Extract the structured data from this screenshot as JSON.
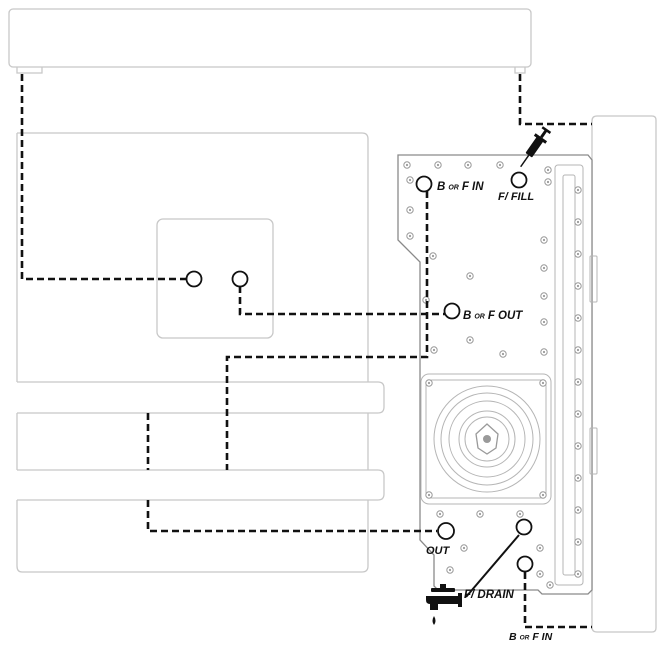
{
  "labels": {
    "b_or_f_in_top": {
      "b": "B",
      "or": "OR",
      "rest": "F IN"
    },
    "f_fill": "F/ FILL",
    "b_or_f_out": {
      "b": "B",
      "or": "OR",
      "rest": "F OUT"
    },
    "out": "OUT",
    "f_drain": "F/ DRAIN",
    "b_or_f_in_bottom": {
      "b": "B",
      "or": "OR",
      "rest": "F IN"
    }
  },
  "icons": {
    "fill": "syringe-icon",
    "drain": "faucet-icon"
  },
  "colors": {
    "tubing": "#111111",
    "component_outline": "#c8c8c8",
    "reservoir_outline": "#8a8a8a"
  }
}
